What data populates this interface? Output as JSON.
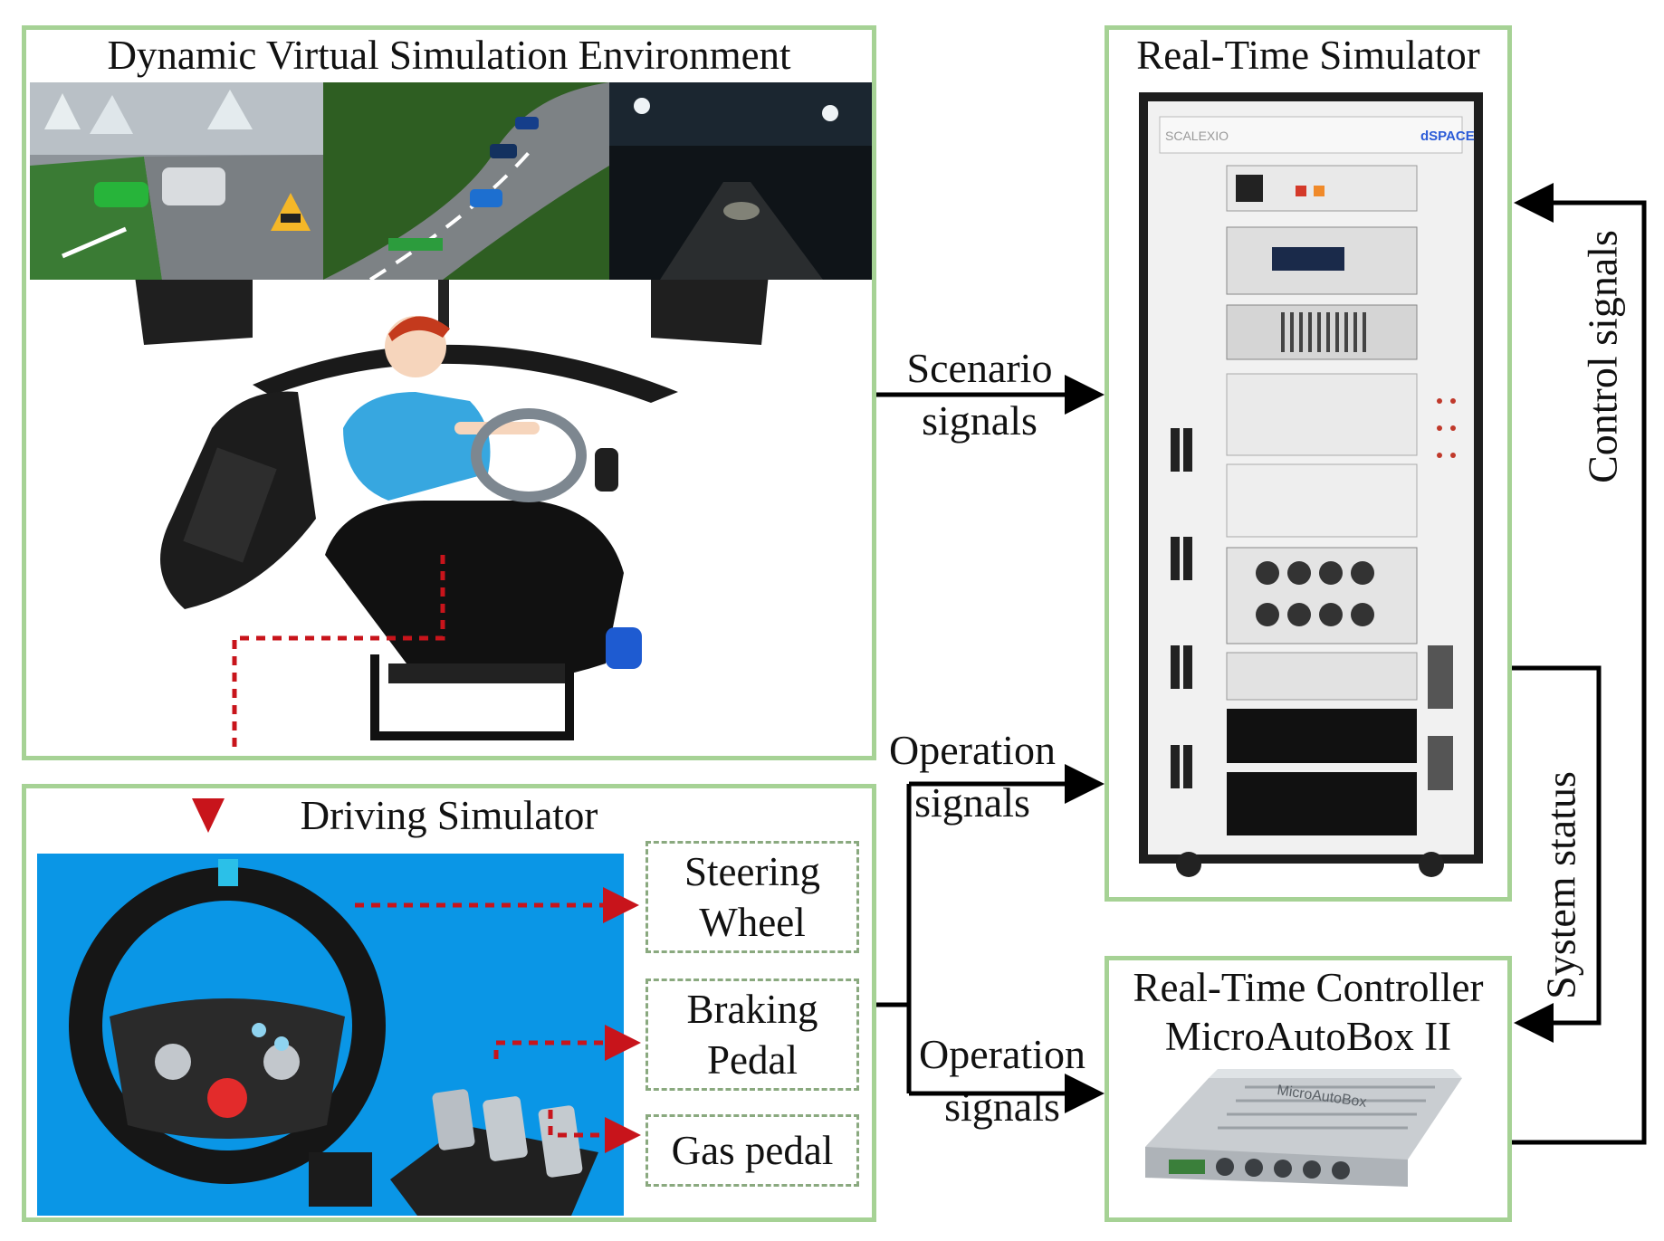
{
  "panels": {
    "dynamic_env": {
      "title": "Dynamic Virtual Simulation Environment"
    },
    "driving_sim": {
      "title": "Driving Simulator"
    },
    "rt_simulator": {
      "title": "Real-Time Simulator",
      "brand": "dSPACE",
      "model": "SCALEXIO"
    },
    "rt_controller": {
      "title_line1": "Real-Time Controller",
      "title_line2": "MicroAutoBox II",
      "device_text": "MicroAutoBox"
    }
  },
  "components": {
    "steering_line1": "Steering",
    "steering_line2": "Wheel",
    "braking_line1": "Braking",
    "braking_line2": "Pedal",
    "gas": "Gas pedal"
  },
  "signals": {
    "scenario_line1": "Scenario",
    "scenario_line2": "signals",
    "operation_a_line1": "Operation",
    "operation_a_line2": "signals",
    "operation_b_line1": "Operation",
    "operation_b_line2": "signals",
    "control": "Control signals",
    "status": "System status"
  },
  "colors": {
    "panel_border": "#a6d295",
    "dashed_border": "#8aa97f",
    "red_dotted": "#c8141b",
    "arrow": "#000000",
    "driving_bg": "#0a96e6"
  }
}
